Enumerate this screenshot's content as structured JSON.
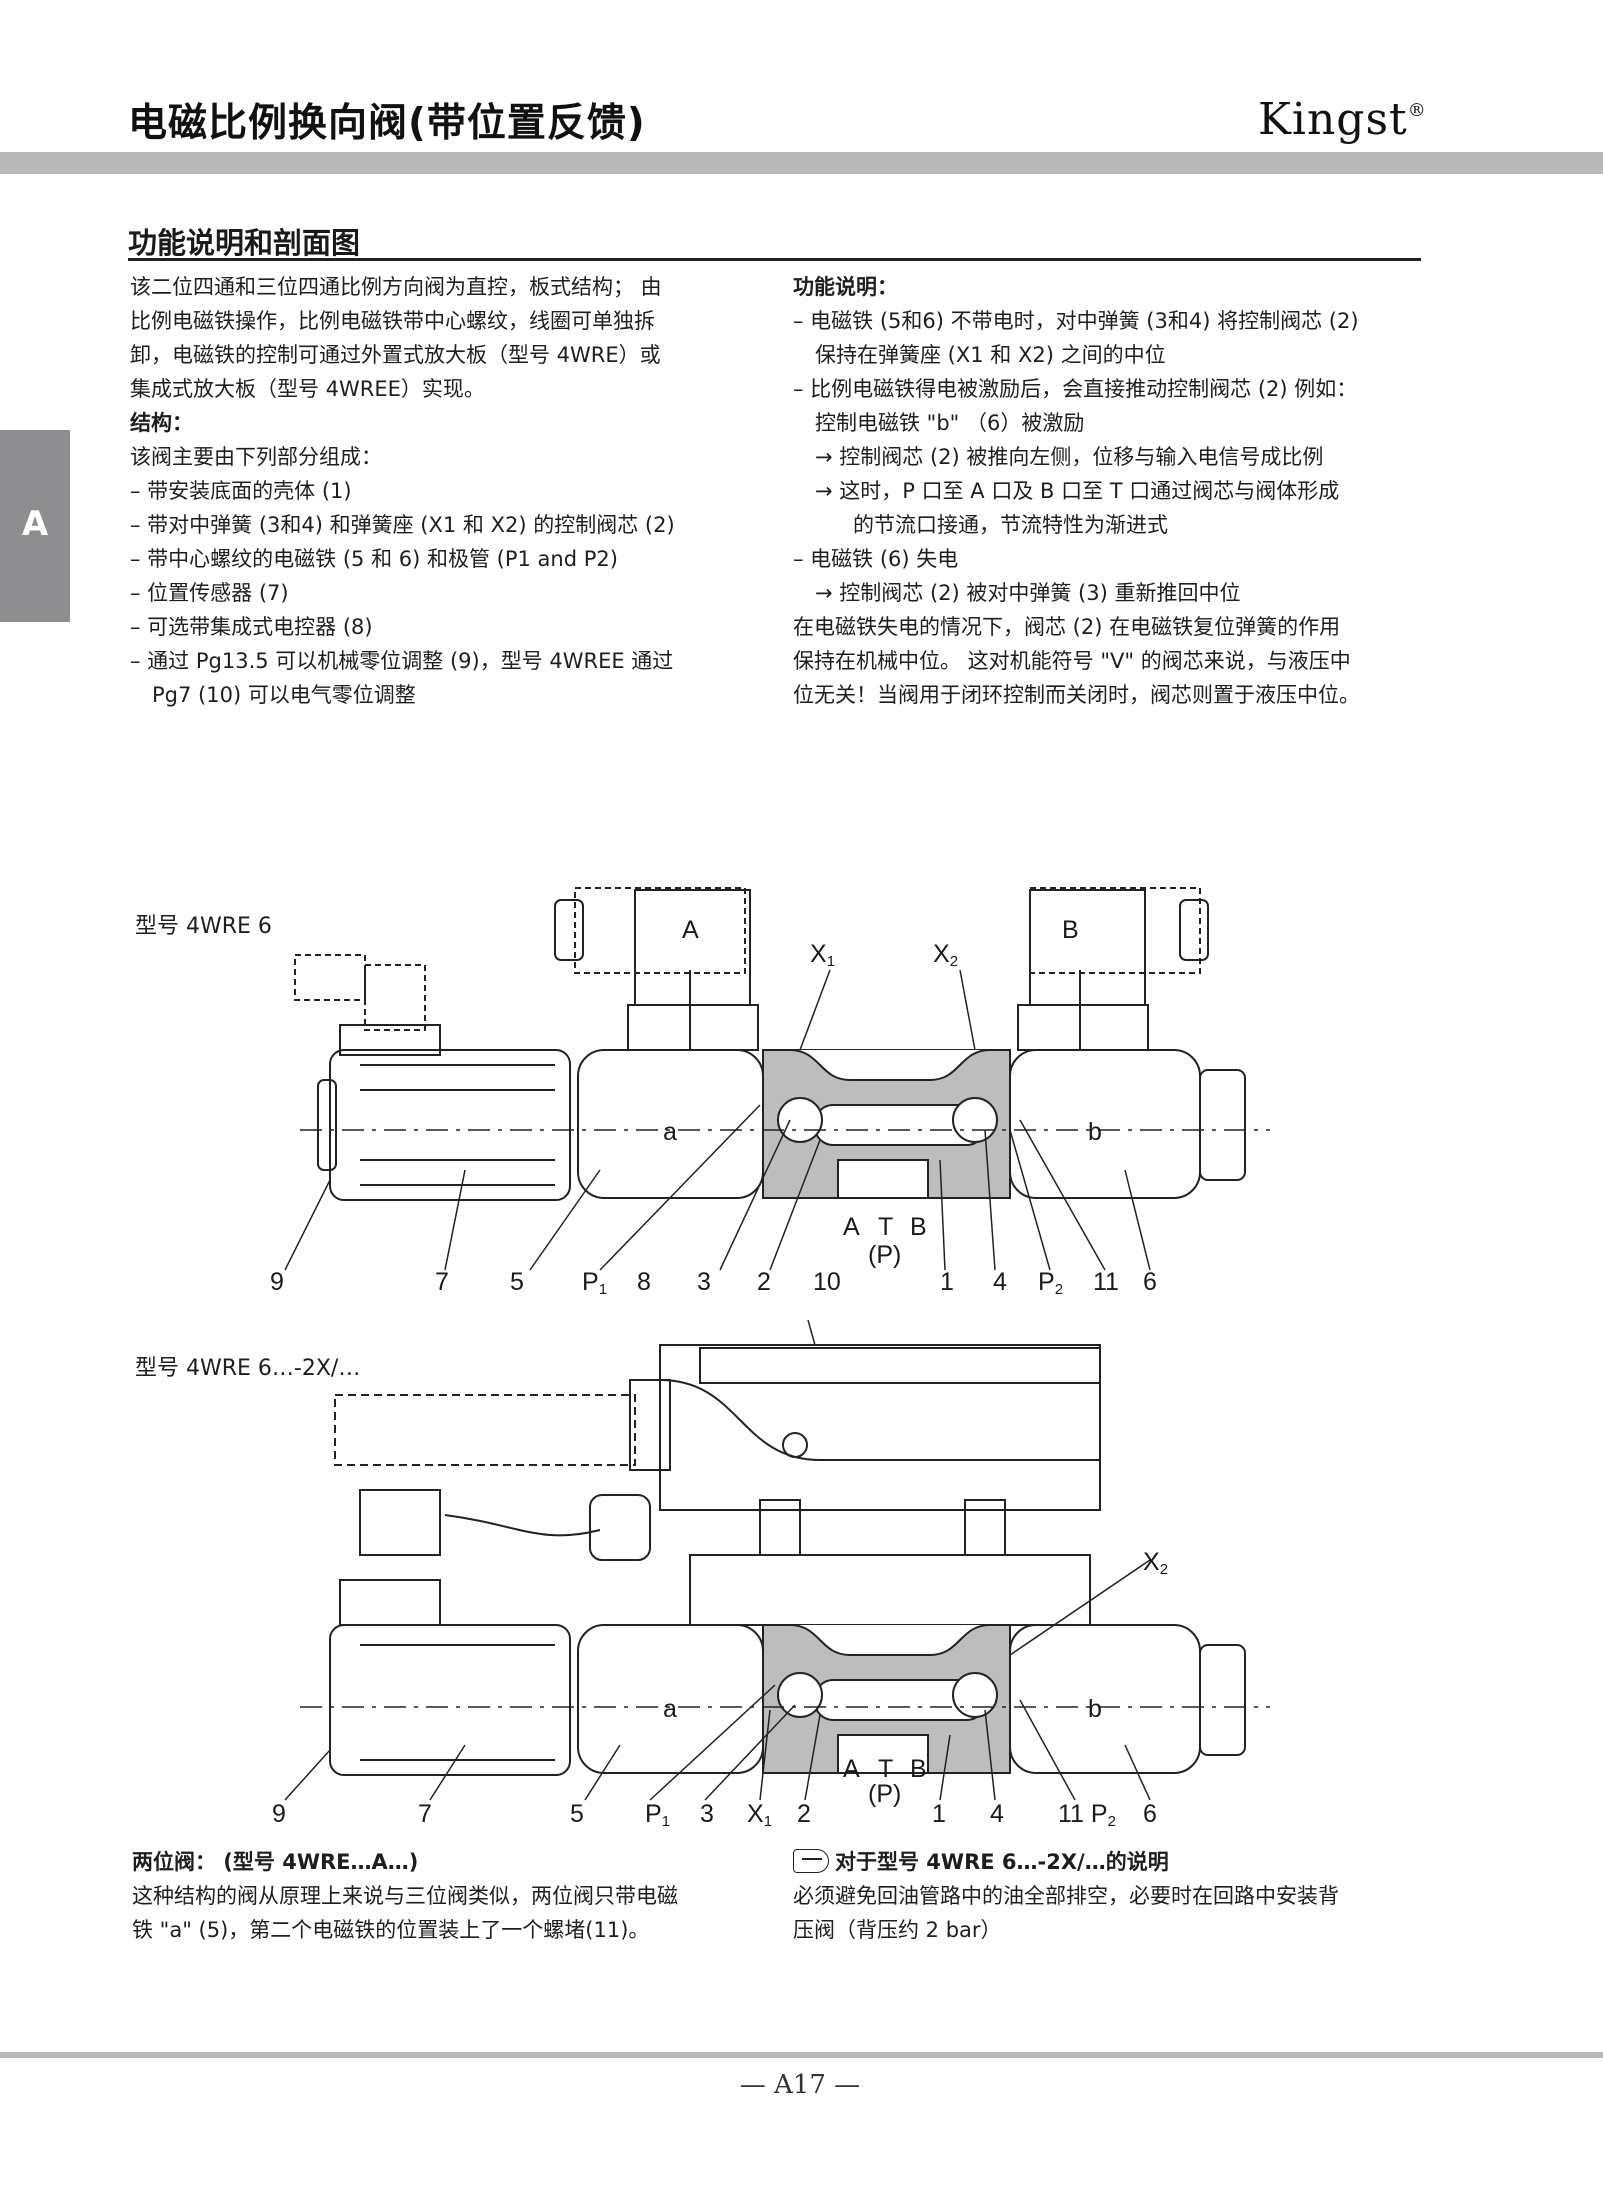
{
  "header": {
    "title": "电磁比例换向阀(带位置反馈)",
    "brand": "Kingst",
    "brand_mark": "®"
  },
  "side_tab": {
    "letter": "A"
  },
  "section": {
    "title": "功能说明和剖面图"
  },
  "left_col": {
    "intro": [
      "该二位四通和三位四通比例方向阀为直控，板式结构； 由",
      "比例电磁铁操作，比例电磁铁带中心螺纹，线圈可单独拆",
      "卸，电磁铁的控制可通过外置式放大板（型号 4WRE）或",
      "集成式放大板（型号 4WREE）实现。"
    ],
    "structure_heading": "结构：",
    "structure_lead": "该阀主要由下列部分组成：",
    "items": [
      "– 带安装底面的壳体 (1)",
      "– 带对中弹簧 (3和4) 和弹簧座 (X1 和 X2) 的控制阀芯 (2)",
      "– 带中心螺纹的电磁铁 (5 和 6) 和极管 (P1 and P2)",
      "– 位置传感器 (7)",
      "– 可选带集成式电控器 (8)",
      "– 通过 Pg13.5 可以机械零位调整 (9)，型号 4WREE 通过"
    ],
    "items_cont": "Pg7 (10) 可以电气零位调整"
  },
  "right_col": {
    "heading": "功能说明：",
    "lines": [
      {
        "text": "– 电磁铁 (5和6) 不带电时，对中弹簧 (3和4) 将控制阀芯 (2)",
        "indent": 0
      },
      {
        "text": "保持在弹簧座 (X1 和 X2) 之间的中位",
        "indent": 1
      },
      {
        "text": "– 比例电磁铁得电被激励后，会直接推动控制阀芯 (2) 例如：",
        "indent": 0
      },
      {
        "text": "控制电磁铁 \"b\" （6）被激励",
        "indent": 1
      },
      {
        "text": "→ 控制阀芯 (2) 被推向左侧，位移与输入电信号成比例",
        "indent": 1
      },
      {
        "text": "→ 这时，P 口至 A 口及 B 口至 T 口通过阀芯与阀体形成",
        "indent": 1
      },
      {
        "text": "的节流口接通，节流特性为渐进式",
        "indent": 2
      },
      {
        "text": "– 电磁铁 (6) 失电",
        "indent": 0
      },
      {
        "text": "→ 控制阀芯 (2) 被对中弹簧 (3) 重新推回中位",
        "indent": 1
      },
      {
        "text": "在电磁铁失电的情况下，阀芯 (2) 在电磁铁复位弹簧的作用",
        "indent": 0
      },
      {
        "text": "保持在机械中位。 这对机能符号 \"V\" 的阀芯来说，与液压中",
        "indent": 0
      },
      {
        "text": "位无关！当阀用于闭环控制而关闭时，阀芯则置于液压中位。",
        "indent": 0
      }
    ]
  },
  "figure1": {
    "label": "型号 4WRE 6",
    "solenoid_a": "A",
    "solenoid_b": "B",
    "x1": "X",
    "x1_sub": "1",
    "x2": "X",
    "x2_sub": "2",
    "side_a": "a",
    "side_b": "b",
    "ports": [
      "A",
      "T",
      "B"
    ],
    "port_p": "(P)",
    "callouts": [
      "9",
      "7",
      "5",
      "P",
      "8",
      "3",
      "2",
      "10",
      "1",
      "4",
      "P",
      "11",
      "6"
    ],
    "p1_sub": "1",
    "p2_sub": "2"
  },
  "figure2": {
    "label": "型号 4WRE 6…-2X/…",
    "x2": "X",
    "x2_sub": "2",
    "side_a": "a",
    "side_b": "b",
    "ports": [
      "A",
      "T",
      "B"
    ],
    "port_p": "(P)",
    "callouts": [
      "9",
      "7",
      "5",
      "P",
      "3",
      "X",
      "2",
      "1",
      "4",
      "11 P",
      "6"
    ],
    "p1_sub": "1",
    "x1_sub": "1",
    "p2_sub": "2"
  },
  "bottom_left": {
    "heading": "两位阀：  (型号 4WRE…A…)",
    "lines": [
      "这种结构的阀从原理上来说与三位阀类似，两位阀只带电磁",
      "铁 \"a\" (5)，第二个电磁铁的位置装上了一个螺堵(11)。"
    ]
  },
  "bottom_right": {
    "heading": "对于型号 4WRE 6…-2X/…的说明",
    "lines": [
      "必须避免回油管路中的油全部排空，必要时在回路中安装背",
      "压阀（背压约 2 bar）"
    ]
  },
  "footer": {
    "page": "— A17 —"
  }
}
